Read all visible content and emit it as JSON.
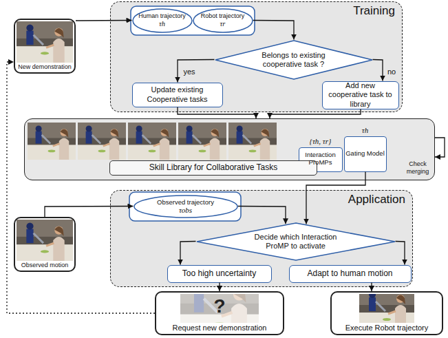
{
  "diagram": {
    "nodes": [
      {
        "text": [
          "New demonstration"
        ]
      },
      {
        "text": [
          "Training"
        ]
      },
      {
        "text": [
          "Human trajectory",
          "τh"
        ],
        "in": 1
      },
      {
        "text": [
          "Robot trajectory",
          "τr"
        ],
        "in": 1
      },
      {
        "text": [
          "Belongs to existing cooperative task ?"
        ],
        "in": 1
      },
      {
        "text": [
          "Update existing Cooperative tasks"
        ],
        "in": 1
      },
      {
        "text": [
          "Add new cooperative task to library"
        ],
        "in": 1
      },
      {
        "text": [
          "Skill Library for Collaborative Tasks"
        ]
      },
      {
        "text": [
          "{τh, τr}",
          "Interaction ProMPs"
        ],
        "in": 7
      },
      {
        "text": [
          "τh",
          "Gating Model"
        ],
        "in": 7
      },
      {
        "text": [
          "Application"
        ]
      },
      {
        "text": [
          "Observed trajectory",
          "τobs"
        ],
        "in": 10
      },
      {
        "text": [
          "Observed motion"
        ]
      },
      {
        "text": [
          "Decide which Interaction ProMP to activate"
        ],
        "in": 10
      },
      {
        "text": [
          "Too high uncertainty"
        ],
        "in": 10
      },
      {
        "text": [
          "Adapt to human motion"
        ],
        "in": 10
      },
      {
        "text": [
          "Request new demonstration"
        ]
      },
      {
        "text": [
          "Execute Robot trajectory"
        ]
      }
    ],
    "edges": [
      {
        "from": 0,
        "to": 2,
        "arrow": "to"
      },
      {
        "from": 3,
        "to": 4,
        "arrow": "to"
      },
      {
        "from": 4,
        "to": 5,
        "label": "yes",
        "arrow": "to"
      },
      {
        "from": 4,
        "to": 6,
        "label": "no",
        "arrow": "to"
      },
      {
        "from": 5,
        "to": 7,
        "arrow": "to"
      },
      {
        "from": 6,
        "to": 7,
        "arrow": "to"
      },
      {
        "from": 7,
        "to": 7,
        "label": "Check merging",
        "arrow": "to"
      },
      {
        "from": 9,
        "to": 13,
        "arrow": "to"
      },
      {
        "from": 12,
        "to": 11,
        "arrow": "to"
      },
      {
        "from": 11,
        "to": 13,
        "arrow": "to"
      },
      {
        "from": 13,
        "to": 14,
        "arrow": "to"
      },
      {
        "from": 13,
        "to": 15,
        "arrow": "to"
      },
      {
        "from": 14,
        "to": 16,
        "arrow": "to"
      },
      {
        "from": 15,
        "to": 17,
        "arrow": "to"
      },
      {
        "from": 16,
        "to": 0,
        "arrow": "to"
      }
    ],
    "labels": [
      "?"
    ]
  }
}
